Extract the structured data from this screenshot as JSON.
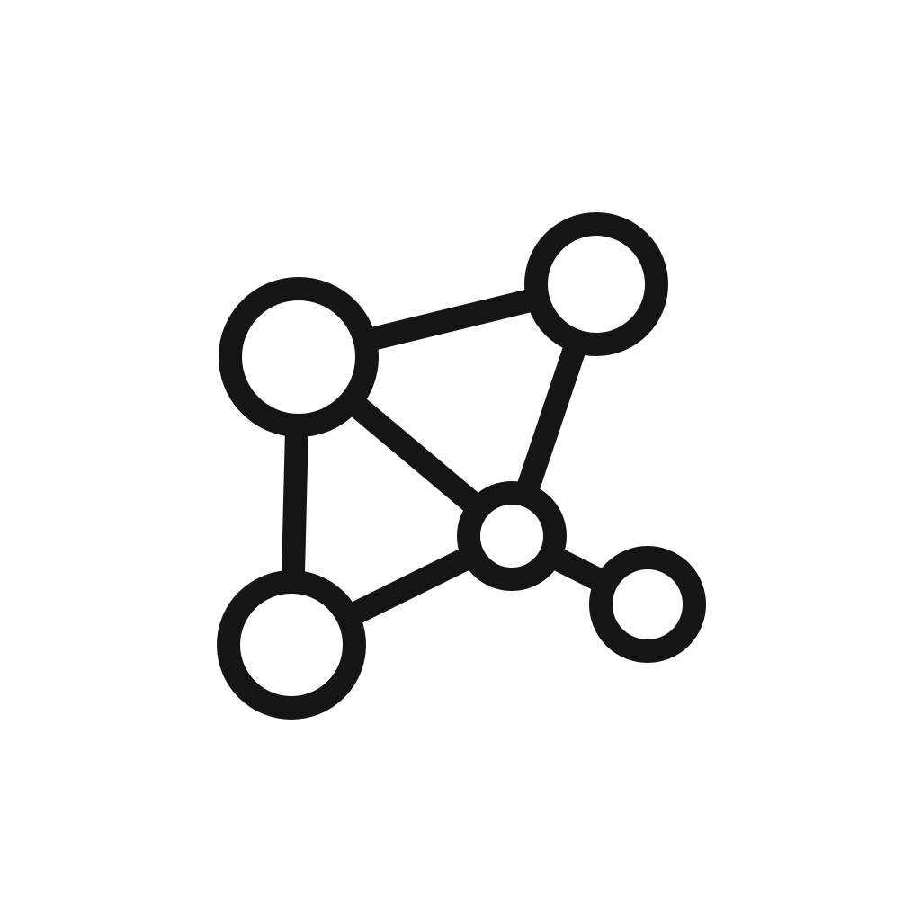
{
  "icon": "network-graph-icon",
  "colors": {
    "stroke": "#151515",
    "fill": "#ffffff",
    "background": "#ffffff"
  },
  "nodes": [
    {
      "id": "a",
      "name": "node-top-left-large"
    },
    {
      "id": "b",
      "name": "node-top-right"
    },
    {
      "id": "c",
      "name": "node-bottom-left-large"
    },
    {
      "id": "d",
      "name": "node-center-hub"
    },
    {
      "id": "e",
      "name": "node-right-small"
    }
  ],
  "edges": [
    {
      "from": "a",
      "to": "b"
    },
    {
      "from": "a",
      "to": "c"
    },
    {
      "from": "a",
      "to": "d"
    },
    {
      "from": "b",
      "to": "d"
    },
    {
      "from": "c",
      "to": "d"
    },
    {
      "from": "d",
      "to": "e"
    }
  ]
}
